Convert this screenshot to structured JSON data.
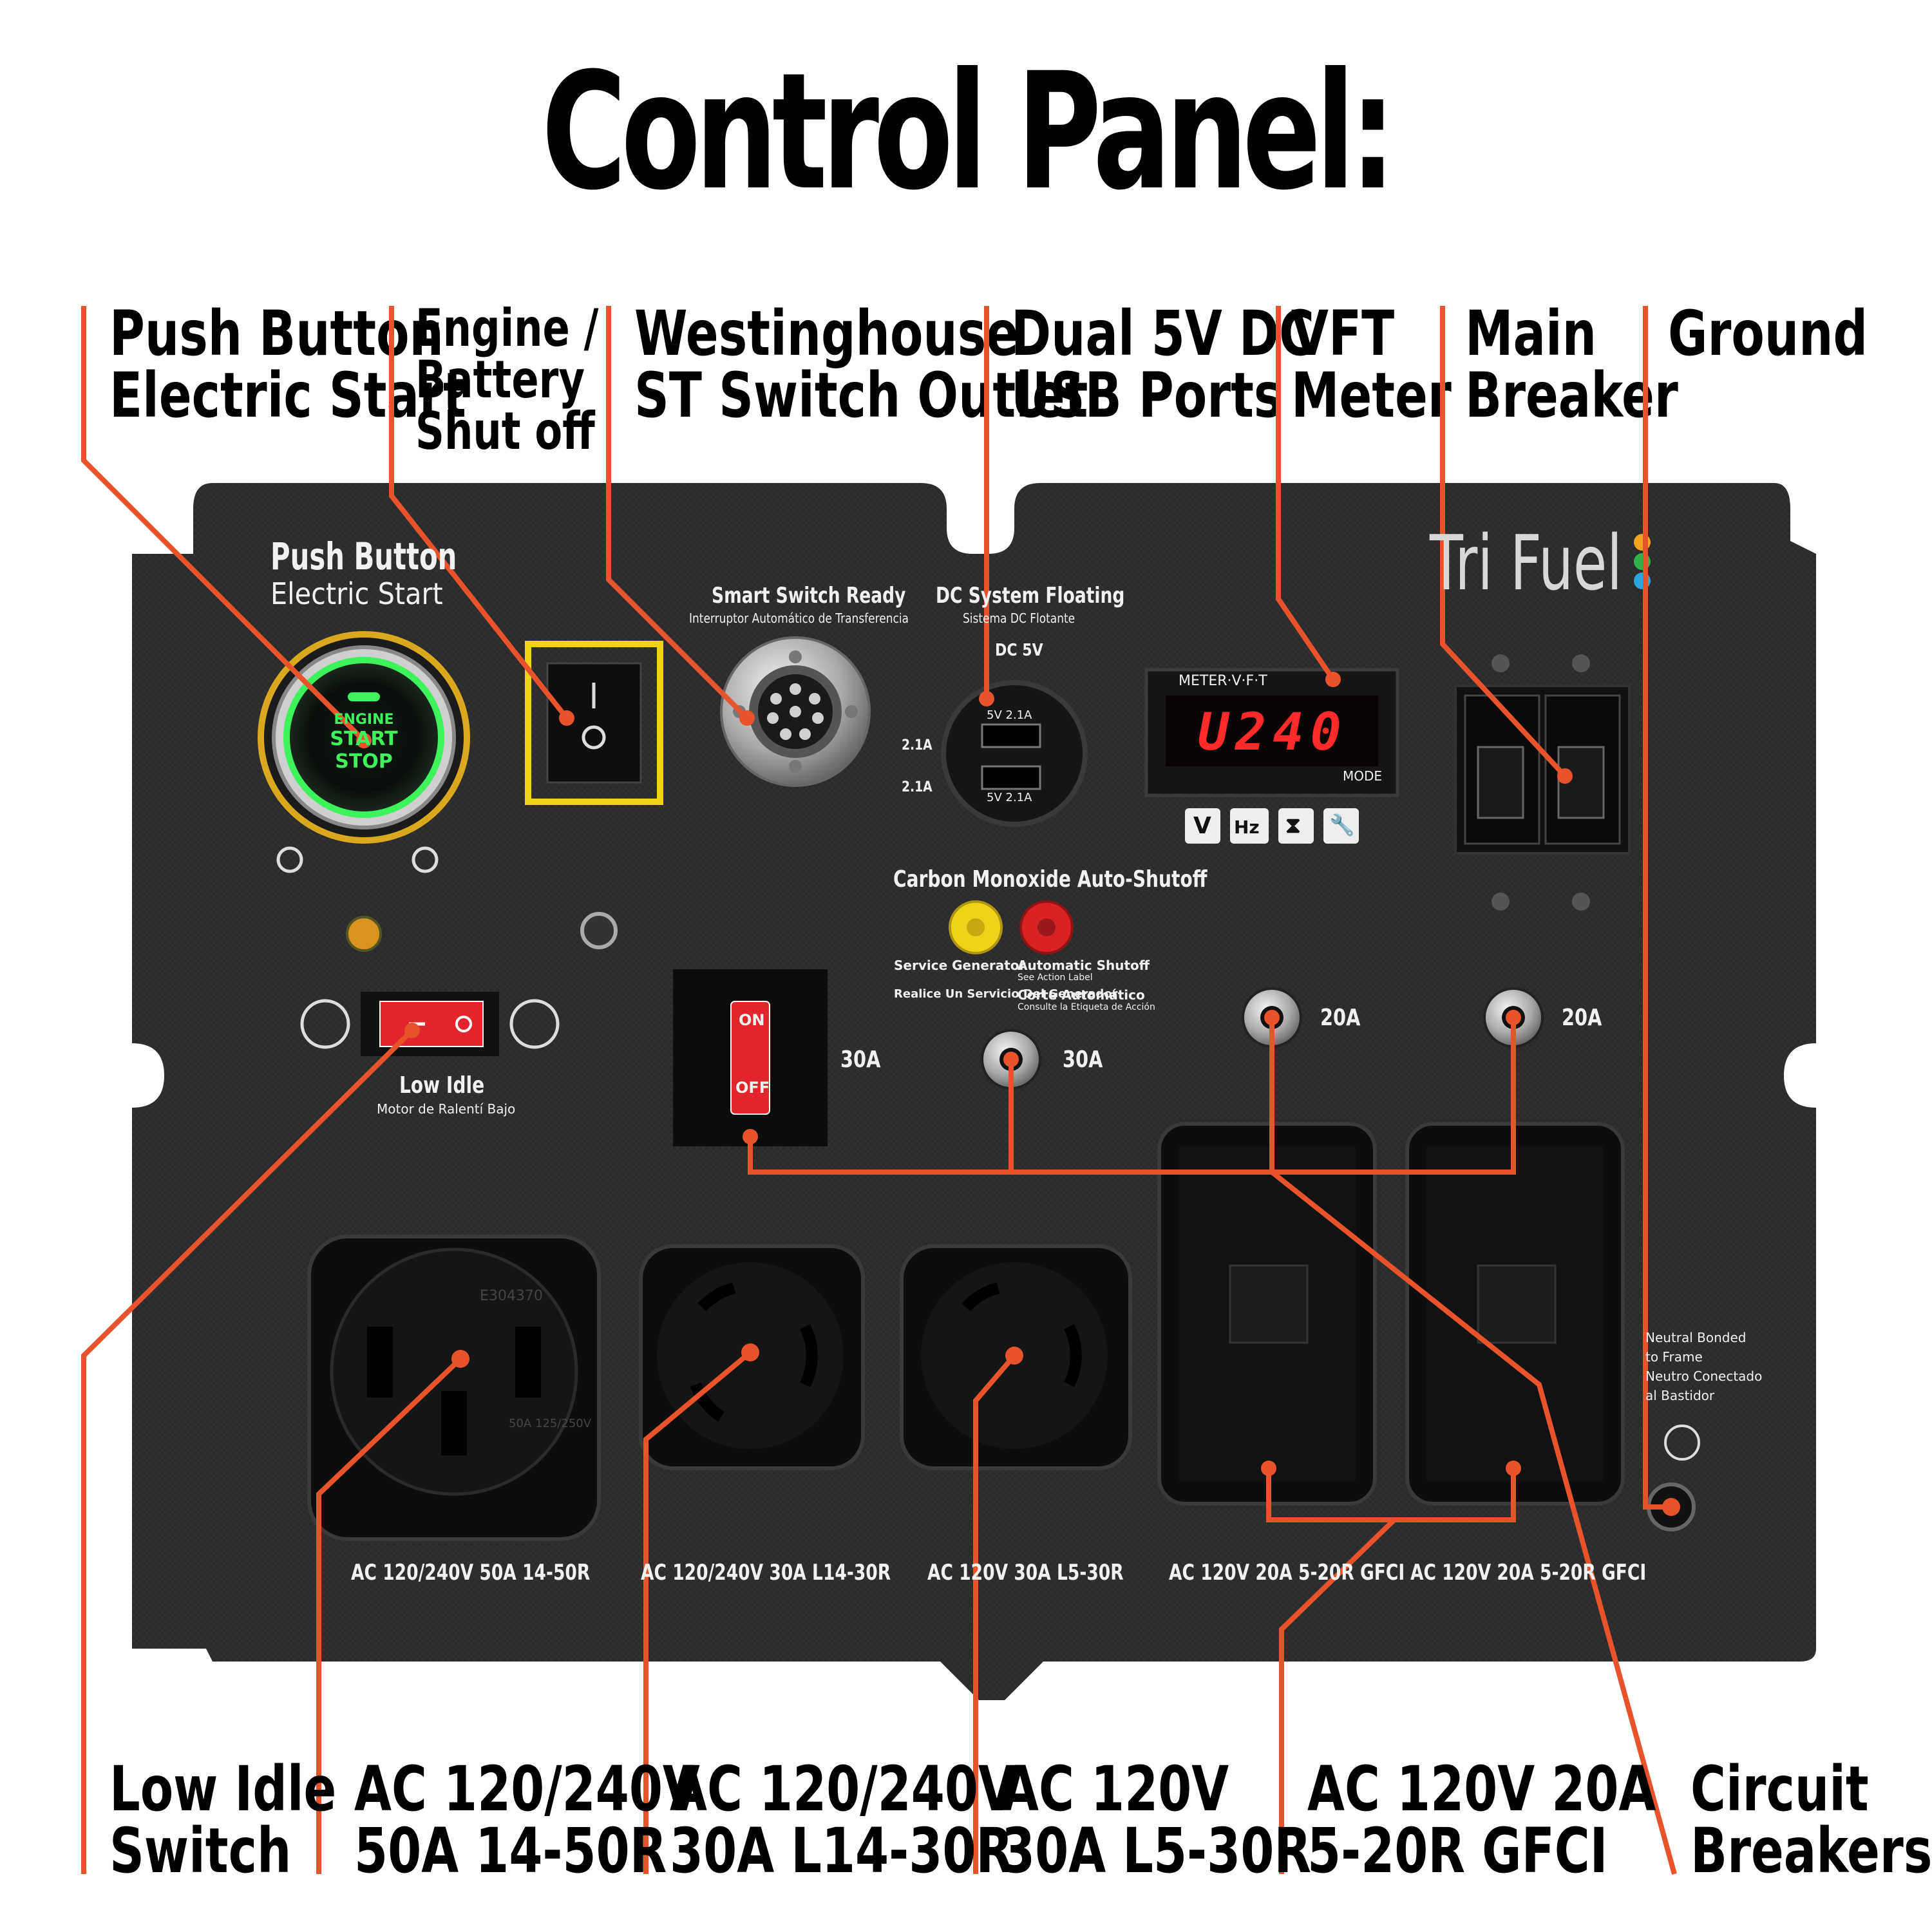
{
  "title": "Control Panel:",
  "callouts_top": [
    {
      "id": "push-button",
      "lines": [
        "Push Button",
        "Electric Start"
      ]
    },
    {
      "id": "engine-battery",
      "lines": [
        "Engine /",
        "Battery",
        "Shut off"
      ]
    },
    {
      "id": "st-switch",
      "lines": [
        "Westinghouse",
        "ST Switch Outlet"
      ]
    },
    {
      "id": "usb",
      "lines": [
        "Dual 5V DC",
        "USB Ports"
      ]
    },
    {
      "id": "vft",
      "lines": [
        "VFT",
        "Meter"
      ]
    },
    {
      "id": "main-breaker",
      "lines": [
        "Main",
        "Breaker"
      ]
    },
    {
      "id": "ground",
      "lines": [
        "Ground"
      ]
    }
  ],
  "callouts_bottom": [
    {
      "id": "low-idle",
      "lines": [
        "Low Idle",
        "Switch"
      ]
    },
    {
      "id": "ac-50a",
      "lines": [
        "AC 120/240V",
        "50A 14-50R"
      ]
    },
    {
      "id": "ac-l14",
      "lines": [
        "AC 120/240V",
        "30A L14-30R"
      ]
    },
    {
      "id": "ac-l5",
      "lines": [
        "AC 120V",
        "30A L5-30R"
      ]
    },
    {
      "id": "gfci",
      "lines": [
        "AC 120V 20A",
        "5-20R GFCI"
      ]
    },
    {
      "id": "breakers",
      "lines": [
        "Circuit",
        "Breakers"
      ]
    }
  ],
  "panel": {
    "push_button_title": "Push Button",
    "push_button_sub": "Electric Start",
    "start_button": [
      "ENGINE",
      "START",
      "STOP"
    ],
    "smart_switch": "Smart Switch Ready",
    "smart_switch_es": "Interruptor Automático de Transferencia",
    "dc_floating": "DC System Floating",
    "dc_floating_es": "Sistema DC Flotante",
    "dc_5v": "DC 5V",
    "usb_amps": [
      "2.1A",
      "2.1A"
    ],
    "usb_port_labels": [
      "5V  2.1A",
      "5V  2.1A"
    ],
    "brand": "Tri Fuel",
    "meter_label": "METER·V·F·T",
    "meter_reading": "U240",
    "meter_mode": "MODE",
    "meter_buttons": [
      "V",
      "Hz",
      "⧗",
      "🔧"
    ],
    "co_title": "Carbon Monoxide Auto-Shutoff",
    "service_gen": "Service Generator",
    "service_gen_es": "Realice Un Servicio Del Generador",
    "auto_shutoff": "Automatic Shutoff",
    "auto_shutoff_sub": "See Action Label",
    "auto_shutoff_es": "Corte Automático",
    "auto_shutoff_es_sub": "Consulte la Etiqueta de Acción",
    "low_idle": "Low Idle",
    "low_idle_es": "Motor de Ralentí Bajo",
    "switch_on": "ON",
    "switch_off": "OFF",
    "breaker_30a_a": "30A",
    "breaker_30a_b": "30A",
    "breaker_20a_a": "20A",
    "breaker_20a_b": "20A",
    "outlet_labels": [
      "AC 120/240V 50A 14-50R",
      "AC 120/240V 30A L14-30R",
      "AC 120V 30A L5-30R",
      "AC 120V 20A 5-20R GFCI",
      "AC 120V 20A 5-20R GFCI"
    ],
    "neutral": [
      "Neutral Bonded",
      "to Frame",
      "Neutro Conectado",
      "al Bastidor"
    ],
    "outlet_50_code": "E304370",
    "outlet_50_rating": "50A 125/250V"
  },
  "colors": {
    "line": "#e8532c",
    "panel": "#2a2a2a",
    "green": "#3ef25c",
    "yellow": "#f1d21a",
    "red": "#e0262a"
  }
}
